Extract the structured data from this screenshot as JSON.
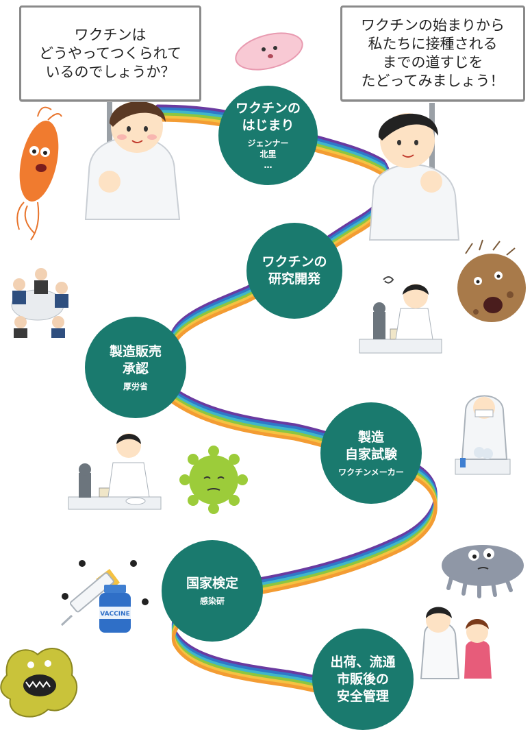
{
  "signs": {
    "left": "ワクチンは\nどうやってつくられて\nいるのでしょうか？",
    "right": "ワクチンの始まりから\n私たちに接種される\nまでの道すじを\nたどってみましょう！"
  },
  "steps": [
    {
      "title": "ワクチンの\nはじまり",
      "sub": "ジェンナー\n北里\n…"
    },
    {
      "title": "ワクチンの\n研究開発",
      "sub": ""
    },
    {
      "title": "製造販売\n承認",
      "sub": "厚労省"
    },
    {
      "title": "製造\n自家試験",
      "sub": "ワクチンメーカー"
    },
    {
      "title": "国家検定",
      "sub": "感染研"
    },
    {
      "title": "出荷、流通\n市販後の\n安全管理",
      "sub": ""
    }
  ],
  "vial_label": "VACCINE",
  "colors": {
    "step_circle": "#1a7a6e",
    "ribbon": [
      "#6a3aa0",
      "#2f78c9",
      "#3fb6c9",
      "#8dc63f",
      "#f5c242",
      "#f39c33"
    ]
  }
}
